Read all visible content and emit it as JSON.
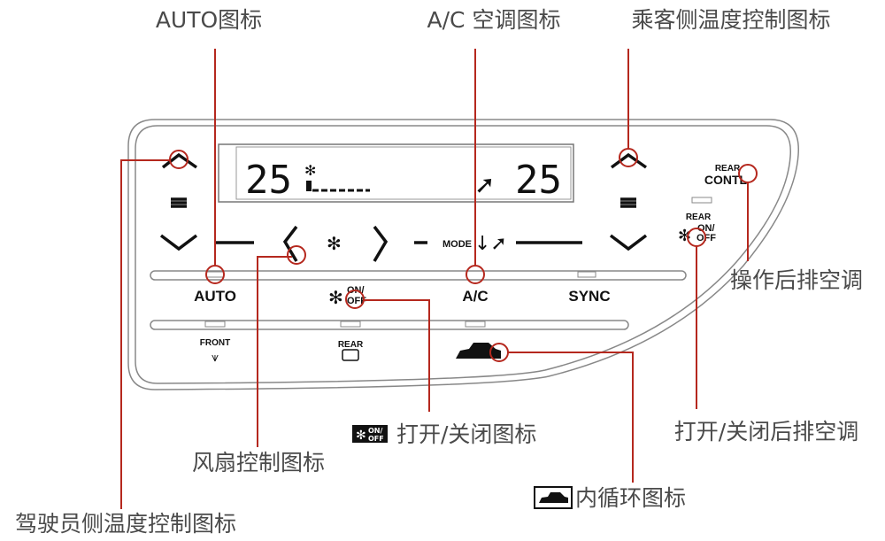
{
  "display": {
    "driver_temp": "25",
    "passenger_temp": "25"
  },
  "buttons": {
    "auto": "AUTO",
    "fan_on": "ON/",
    "fan_off": "OFF",
    "ac": "A/C",
    "sync": "SYNC",
    "mode": "MODE",
    "front": "FRONT",
    "rear": "REAR",
    "rear_contl_top": "REAR",
    "rear_contl": "CONTL",
    "rear_fan_top": "REAR",
    "rear_fan_on": "ON/",
    "rear_fan_off": "OFF"
  },
  "callouts": {
    "auto_icon": "AUTO图标",
    "ac_icon": "A/C 空调图标",
    "passenger_temp": "乘客侧温度控制图标",
    "rear_ac_operate": "操作后排空调",
    "rear_onoff": "打开/关闭后排空调",
    "onoff_icon": "打开/关闭图标",
    "onoff_icon_mini_on": "ON/",
    "onoff_icon_mini_off": "OFF",
    "fan_control": "风扇控制图标",
    "recirc_icon": "内循环图标",
    "driver_temp": "驾驶员侧温度控制图标"
  },
  "colors": {
    "callout_line": "#b5281e",
    "text": "#4a4a4a"
  }
}
